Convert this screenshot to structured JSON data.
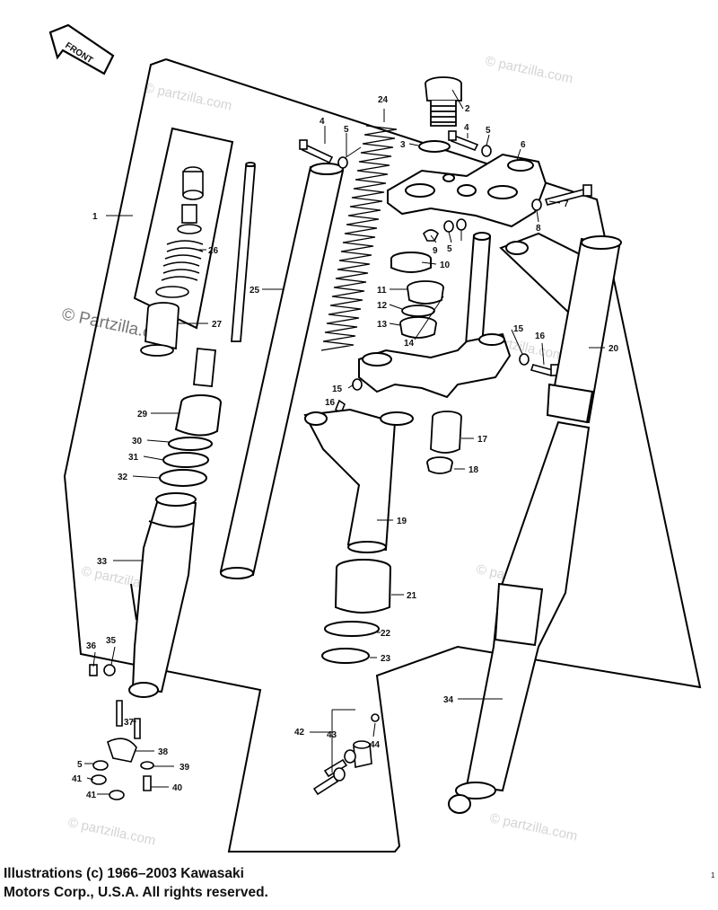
{
  "front_label": "FRONT",
  "watermark": "© Partzilla.com",
  "watermark_small": "© partzilla.com",
  "callouts": [
    "1",
    "2",
    "3",
    "4",
    "4",
    "5",
    "5",
    "5",
    "6",
    "7",
    "8",
    "9",
    "10",
    "11",
    "12",
    "13",
    "14",
    "15",
    "15",
    "16",
    "16",
    "17",
    "18",
    "19",
    "20",
    "21",
    "22",
    "23",
    "24",
    "25",
    "26",
    "27",
    "29",
    "30",
    "31",
    "32",
    "33",
    "34",
    "35",
    "36",
    "37",
    "38",
    "39",
    "40",
    "41",
    "41",
    "42",
    "43",
    "44"
  ],
  "copyright_line1": "Illustrations (c) 1966–2003 Kawasaki",
  "copyright_line2": "Motors Corp., U.S.A.  All rights reserved.",
  "page_number": "1"
}
